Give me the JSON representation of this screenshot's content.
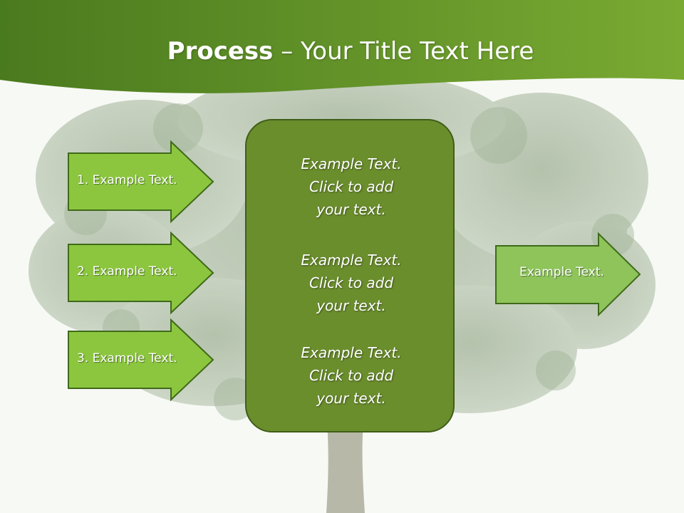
{
  "title": {
    "strong": "Process",
    "dash": " – ",
    "rest": "Your Title Text Here"
  },
  "left_arrows": [
    {
      "label": "1. Example Text."
    },
    {
      "label": "2. Example Text."
    },
    {
      "label": "3. Example Text."
    }
  ],
  "center_box": {
    "items": [
      {
        "line1": "Example Text.",
        "line2": "Click  to add",
        "line3": "your text."
      },
      {
        "line1": "Example Text.",
        "line2": "Click  to add",
        "line3": "your text."
      },
      {
        "line1": "Example Text.",
        "line2": "Click  to add",
        "line3": "your text."
      }
    ]
  },
  "right_arrow": {
    "label": "Example Text."
  },
  "colors": {
    "header_dark": "#4a7a1e",
    "header_light": "#7aaa32",
    "arrow_fill": "#8cc63f",
    "arrow_right_fill": "#8ec45a",
    "arrow_border": "#3f6a1a",
    "center_fill": "#6b8e2d",
    "center_border": "#3f5e18"
  }
}
